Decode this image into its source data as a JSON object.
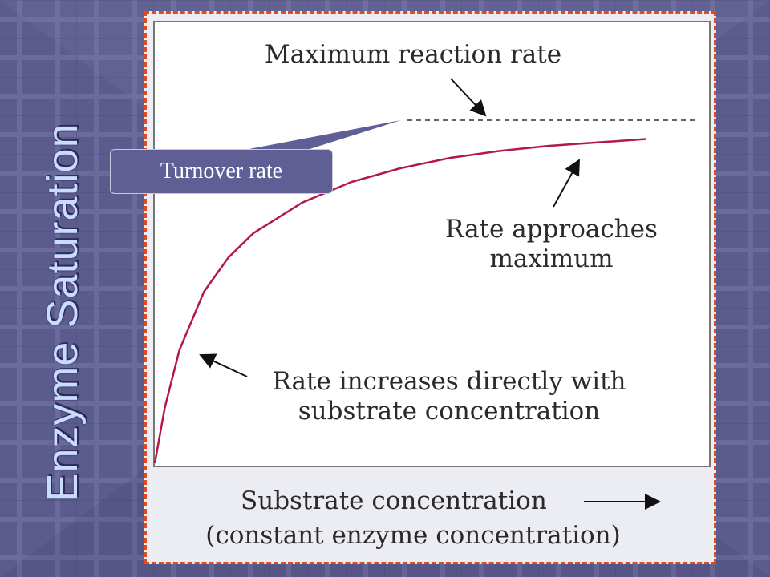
{
  "slide": {
    "title": "Enzyme Saturation"
  },
  "callout": {
    "label": "Turnover rate"
  },
  "colors": {
    "background": "#5b5b8e",
    "frame_border": "#e04a1e",
    "curve": "#b2184a",
    "callout_fill": "#5f5f96"
  },
  "chart_data": {
    "type": "line",
    "title": "",
    "xlabel": "Substrate concentration",
    "xlabel_sub": "(constant enzyme concentration)",
    "ylabel": "",
    "xlim": [
      0,
      1
    ],
    "ylim": [
      0,
      1
    ],
    "grid": false,
    "series": [
      {
        "x": [
          0,
          0.02,
          0.05,
          0.1,
          0.15,
          0.2,
          0.3,
          0.4,
          0.5,
          0.6,
          0.7,
          0.8,
          0.9,
          1.0
        ],
        "y": [
          0,
          0.16,
          0.33,
          0.5,
          0.6,
          0.67,
          0.76,
          0.82,
          0.86,
          0.89,
          0.91,
          0.925,
          0.935,
          0.945
        ]
      }
    ],
    "max_line": {
      "y": 1.0,
      "style": "dashed"
    },
    "annotations": {
      "max": "Maximum reaction rate",
      "approach": [
        "Rate approaches",
        "maximum"
      ],
      "increase": [
        "Rate increases directly with",
        "substrate concentration"
      ]
    }
  }
}
